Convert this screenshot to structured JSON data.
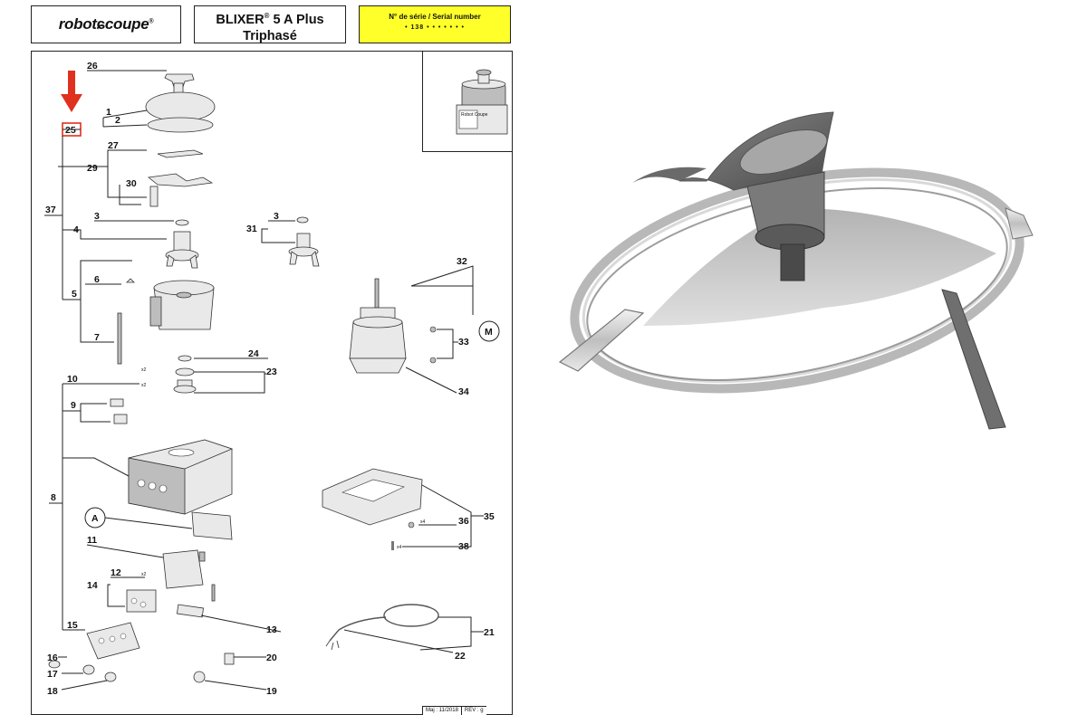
{
  "header": {
    "logo_text_a": "robot",
    "logo_text_b": "coupe",
    "logo_reg": "®",
    "model_line1": "BLIXER",
    "model_sup": "®",
    "model_line1b": " 5 A Plus",
    "model_line2": "Triphasé",
    "serial_label": "N° de série / Serial number",
    "serial_value": "• 138 • • • • •   • •"
  },
  "drawing": {
    "highlighted_part": "25",
    "callouts": [
      "26",
      "25",
      "1",
      "2",
      "27",
      "29",
      "30",
      "37",
      "3",
      "4",
      "31",
      "3",
      "6",
      "5",
      "7",
      "32",
      "33",
      "M",
      "24",
      "23",
      "10",
      "34",
      "9",
      "8",
      "A",
      "35",
      "36",
      "38",
      "11",
      "12",
      "14",
      "13",
      "15",
      "21",
      "22",
      "16",
      "20",
      "17",
      "18",
      "19"
    ],
    "multipliers": [
      "x2",
      "x2",
      "x2",
      "x4",
      "x4"
    ],
    "thumb_label": "Robot Coupe"
  },
  "footer": {
    "date": "Maj : 11/2018",
    "rev": "REV : g"
  },
  "colors": {
    "serial_bg": "#ffff29",
    "arrow": "#e0301e",
    "highlight_box": "#e0301e"
  }
}
